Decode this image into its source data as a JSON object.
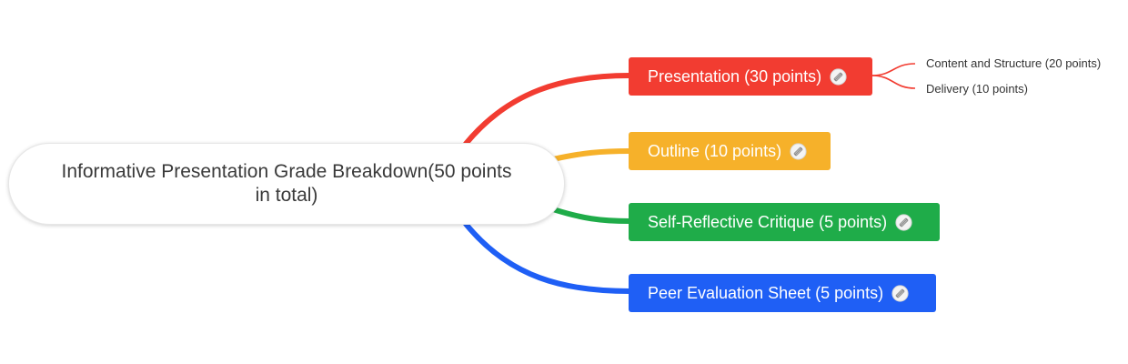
{
  "root": {
    "title_line1": "Informative Presentation Grade Breakdown(50 points",
    "title_line2": "in total)"
  },
  "branches": [
    {
      "label": "Presentation (30 points)",
      "color": "#f23c31",
      "icon": "note-icon",
      "children": [
        {
          "label": "Content and Structure (20 points)"
        },
        {
          "label": "Delivery (10 points)"
        }
      ]
    },
    {
      "label": "Outline (10 points)",
      "color": "#f6b12a",
      "icon": "note-icon",
      "children": []
    },
    {
      "label": "Self-Reflective Critique (5 points)",
      "color": "#1fac49",
      "icon": "note-icon",
      "children": []
    },
    {
      "label": "Peer Evaluation Sheet (5 points)",
      "color": "#1f5ff5",
      "icon": "note-icon",
      "children": []
    }
  ]
}
